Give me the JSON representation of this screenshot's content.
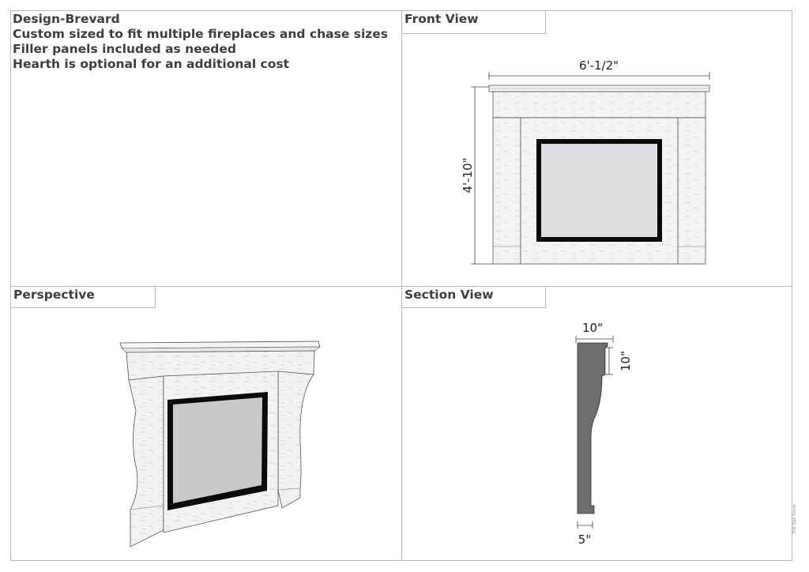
{
  "notes": {
    "title": "Design-Brevard",
    "line1": "Custom sized to fit multiple fireplaces and chase sizes",
    "line2": "Filler panels included as needed",
    "line3": "Hearth is optional for an additional cost"
  },
  "panels": {
    "front": {
      "label": "Front View",
      "width_dim": "6'-1/2\"",
      "height_dim": "4'-10\""
    },
    "perspective": {
      "label": "Perspective"
    },
    "section": {
      "label": "Section View",
      "top_dim": "10\"",
      "side_dim": "10\"",
      "bottom_dim": "5\""
    }
  },
  "footnote": "THE Oak Stone",
  "colors": {
    "stone": "#f1f1f1",
    "firebox_border": "#0a0a0a",
    "firebox_glass": "#dcdce2",
    "section_fill": "#6e6e6e",
    "frame": "#b8b8b8"
  }
}
